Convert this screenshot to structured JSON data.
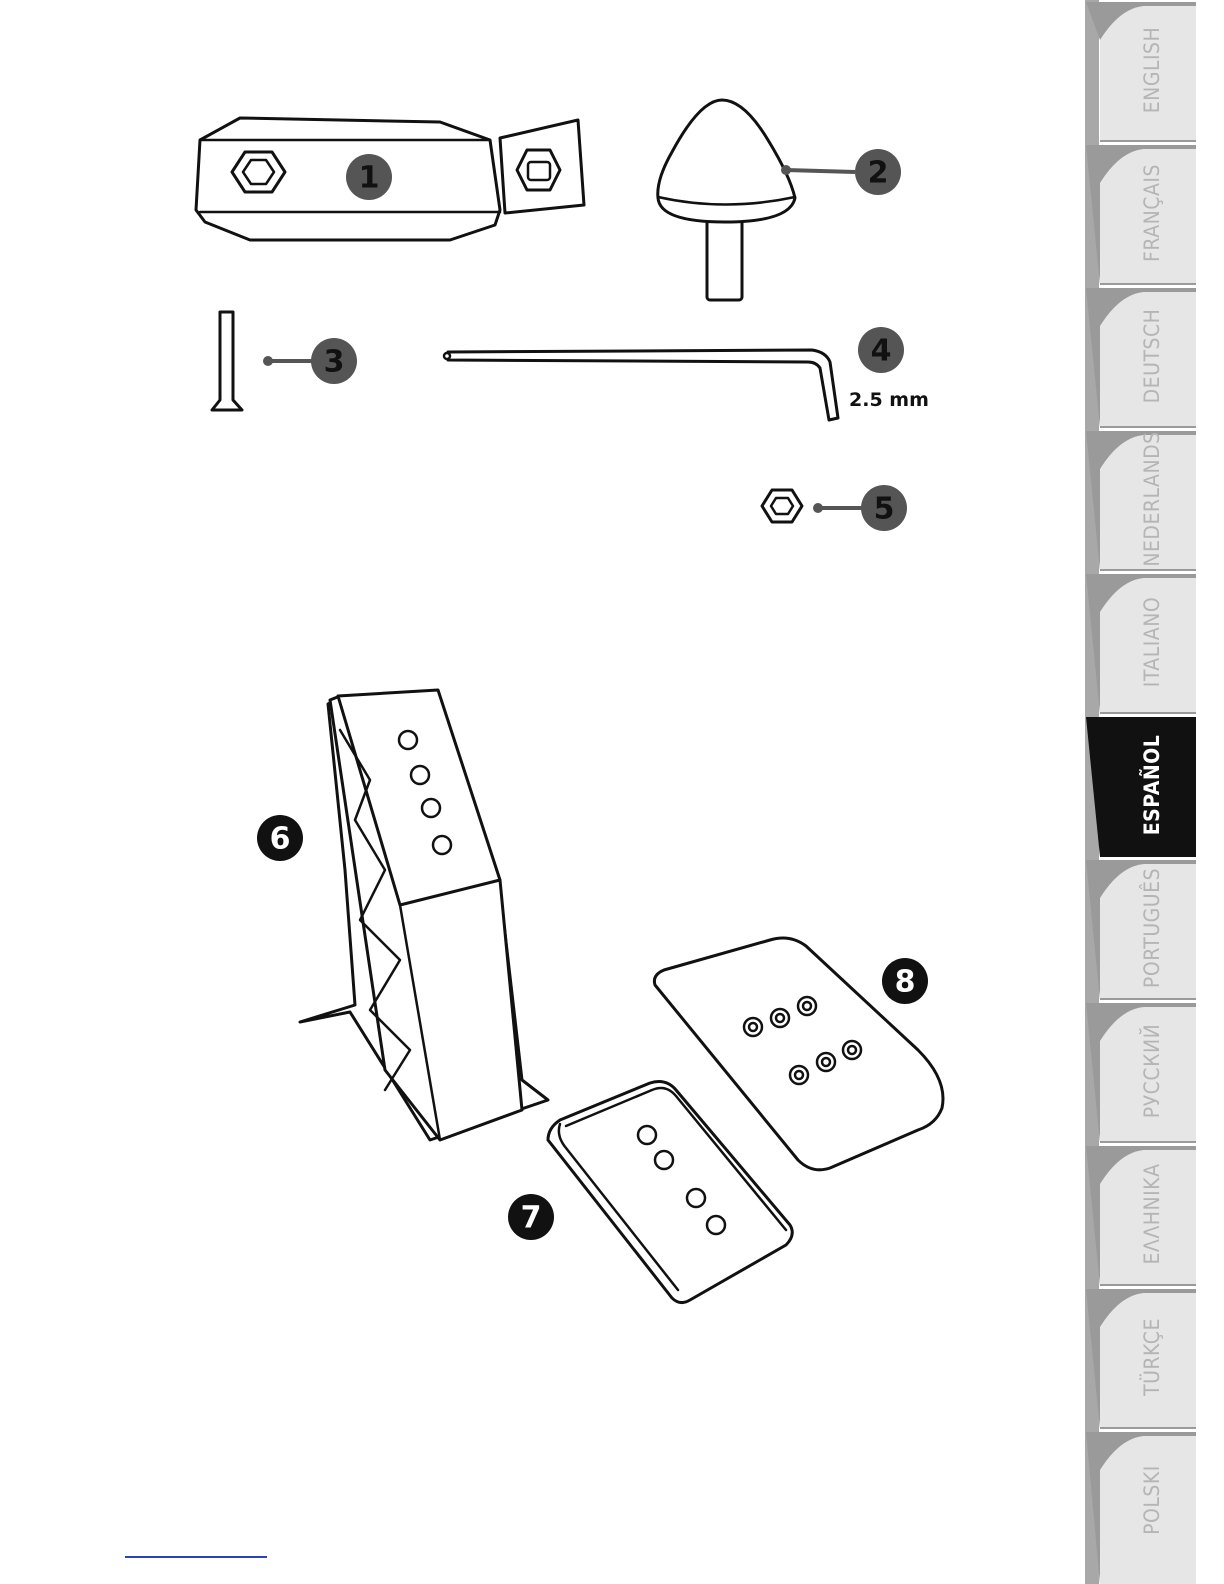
{
  "page": {
    "background": "#ffffff"
  },
  "callouts": [
    {
      "id": 1,
      "label": "1",
      "style": "gray"
    },
    {
      "id": 2,
      "label": "2",
      "style": "gray"
    },
    {
      "id": 3,
      "label": "3",
      "style": "gray"
    },
    {
      "id": 4,
      "label": "4",
      "style": "gray"
    },
    {
      "id": 5,
      "label": "5",
      "style": "gray"
    },
    {
      "id": 6,
      "label": "6",
      "style": "black"
    },
    {
      "id": 7,
      "label": "7",
      "style": "black"
    },
    {
      "id": 8,
      "label": "8",
      "style": "black"
    }
  ],
  "hex_key": {
    "size_label": "2.5 mm"
  },
  "language_tabs": {
    "active_color": "#111111",
    "inactive_color": "#e6e6e6",
    "items": [
      {
        "label": "ENGLISH",
        "active": false
      },
      {
        "label": "FRANÇAIS",
        "active": false
      },
      {
        "label": "DEUTSCH",
        "active": false
      },
      {
        "label": "NEDERLANDS",
        "active": false
      },
      {
        "label": "ITALIANO",
        "active": false
      },
      {
        "label": "ESPAÑOL",
        "active": true
      },
      {
        "label": "PORTUGUÊS",
        "active": false
      },
      {
        "label": "РУССКИЙ",
        "active": false
      },
      {
        "label": "ΕΛΛΗΝΙΚΑ",
        "active": false
      },
      {
        "label": "TÜRKÇE",
        "active": false
      },
      {
        "label": "POLSKI",
        "active": false
      }
    ]
  }
}
